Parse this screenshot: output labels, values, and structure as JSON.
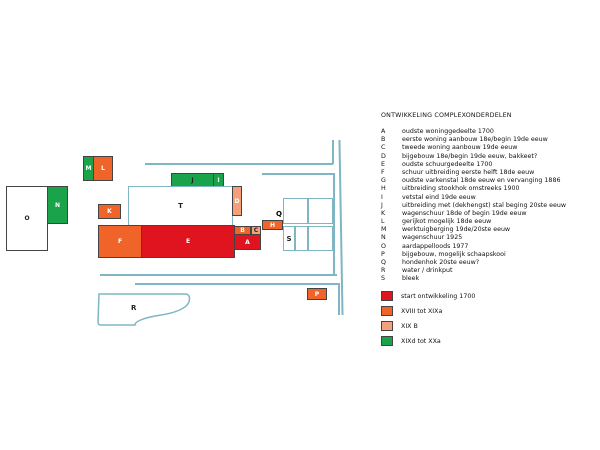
{
  "map": {
    "labels": {
      "A": "A",
      "B": "B",
      "C": "C",
      "D": "D",
      "E": "E",
      "F": "F",
      "H": "H",
      "I": "I",
      "J": "J",
      "K": "K",
      "L": "L",
      "M": "M",
      "N": "N",
      "O": "O",
      "P": "P",
      "Q": "Q",
      "R": "R",
      "S": "S",
      "T": "T"
    }
  },
  "legend": {
    "title": "ONTWIKKELING COMPLEXONDERDELEN",
    "items": [
      {
        "key": "A",
        "text": "oudste woninggedeelte 1700"
      },
      {
        "key": "B",
        "text": "eerste woning aanbouw 18e/begin 19de eeuw"
      },
      {
        "key": "C",
        "text": "tweede woning aanbouw 19de eeuw"
      },
      {
        "key": "D",
        "text": "bijgebouw 18e/begin 19de eeuw, bakkeet?"
      },
      {
        "key": "E",
        "text": "oudste schuurgedeelte 1700"
      },
      {
        "key": "F",
        "text": "schuur uitbreiding eerste helft 18de eeuw"
      },
      {
        "key": "G",
        "text": "oudste varkenstal 18de eeuw en vervanging 1886"
      },
      {
        "key": "H",
        "text": "uitbreiding stookhok omstreeks 1900"
      },
      {
        "key": "I",
        "text": "vetstal eind 19de eeuw"
      },
      {
        "key": "J",
        "text": "uitbreiding met (dekhengst) stal beging 20ste eeuw"
      },
      {
        "key": "K",
        "text": "wagenschuur 18de of begin 19de eeuw"
      },
      {
        "key": "L",
        "text": "gerijkot mogelijk 18de eeuw"
      },
      {
        "key": "M",
        "text": "werktuigberging 19de/20ste eeuw"
      },
      {
        "key": "N",
        "text": "wagenschuur 1925"
      },
      {
        "key": "O",
        "text": "aardappelloods 1977"
      },
      {
        "key": "P",
        "text": "bijgebouw, mogelijk schaapskooi"
      },
      {
        "key": "Q",
        "text": "hondenhok 20ste eeuw?"
      },
      {
        "key": "R",
        "text": "water / drinkput"
      },
      {
        "key": "S",
        "text": "bleek"
      }
    ],
    "periods": [
      {
        "label": "start ontwikkeling 1700",
        "color": "#e0141e"
      },
      {
        "label": "XVIII tot XIXa",
        "color": "#f0642a"
      },
      {
        "label": "XIX B",
        "color": "#f4a07a"
      },
      {
        "label": "XIXd tot XXa",
        "color": "#1aa34a"
      }
    ]
  }
}
